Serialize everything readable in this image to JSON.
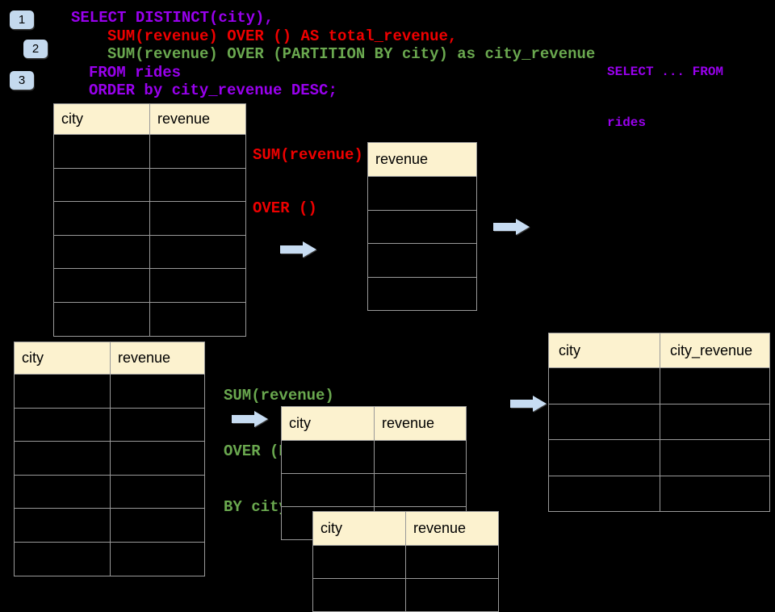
{
  "colors": {
    "background": "#000000",
    "purple": "#9900EE",
    "red": "#EE0000",
    "green": "#6AA84F",
    "arrow_blue": "#C7DCF2",
    "badge_blue": "#C4D9EE",
    "table_header_fill": "#FCF2CF",
    "table_border": "#999999",
    "table_cell_fill": "#000000",
    "header_text": "#000000"
  },
  "step_badges": [
    {
      "label": "1"
    },
    {
      "label": "2"
    },
    {
      "label": "3"
    }
  ],
  "sql_code": {
    "line_select": "SELECT DISTINCT(city),",
    "line_total": "SUM(revenue) OVER () AS total_revenue,",
    "line_partition": "SUM(revenue) OVER (PARTITION BY city) as city_revenue",
    "line_from": "FROM rides",
    "line_order": "ORDER by city_revenue DESC;"
  },
  "side_snippet": {
    "line1": "SELECT ... FROM",
    "line2": "rides"
  },
  "annotations": {
    "total_window": {
      "line1": "SUM(revenue)",
      "line2": "OVER ()"
    },
    "partition_window": {
      "line1": "SUM(revenue)",
      "line2": "OVER (PARTITION",
      "line3": "BY city)"
    }
  },
  "icons": {
    "flow_arrow": "arrow-right-icon"
  },
  "tables": {
    "source_top": {
      "headers": [
        "city",
        "revenue"
      ],
      "row_count": 6
    },
    "total_result": {
      "headers": [
        "revenue"
      ],
      "row_count": 4
    },
    "source_bottom": {
      "headers": [
        "city",
        "revenue"
      ],
      "row_count": 6
    },
    "partition_step": {
      "headers": [
        "city",
        "revenue"
      ],
      "row_count": 3
    },
    "partition_step_overlay": {
      "headers": [
        "city",
        "revenue"
      ],
      "row_count": 2
    },
    "city_revenue_result": {
      "headers": [
        "city",
        "city_revenue"
      ],
      "row_count": 4
    }
  }
}
